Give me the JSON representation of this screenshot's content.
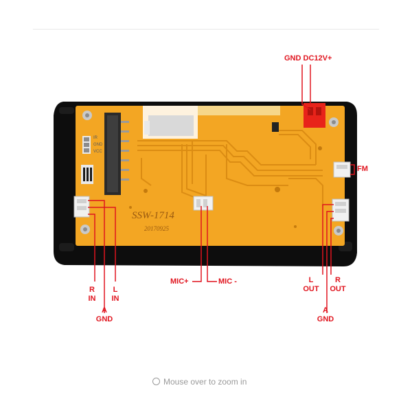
{
  "board": {
    "model": "SSW-1714",
    "date_code": "20170925",
    "pin_labels": [
      "IR",
      "GND",
      "VCC"
    ]
  },
  "labels": {
    "power": "GND DC12V+",
    "fm": "FM",
    "r_in": [
      "R",
      "IN"
    ],
    "l_in": [
      "L",
      "IN"
    ],
    "gnd_left": [
      "A",
      "GND"
    ],
    "mic_plus": "MIC+",
    "mic_minus": "MIC -",
    "l_out": [
      "L",
      "OUT"
    ],
    "r_out": [
      "R",
      "OUT"
    ],
    "gnd_right": [
      "A",
      "GND"
    ]
  },
  "footer": {
    "zoom_hint": "Mouse over to zoom in"
  },
  "colors": {
    "label_red": "#e0141e",
    "pcb_orange": "#f3a623",
    "trace_orange": "#d98a12",
    "frame_black": "#0d0d0d"
  }
}
